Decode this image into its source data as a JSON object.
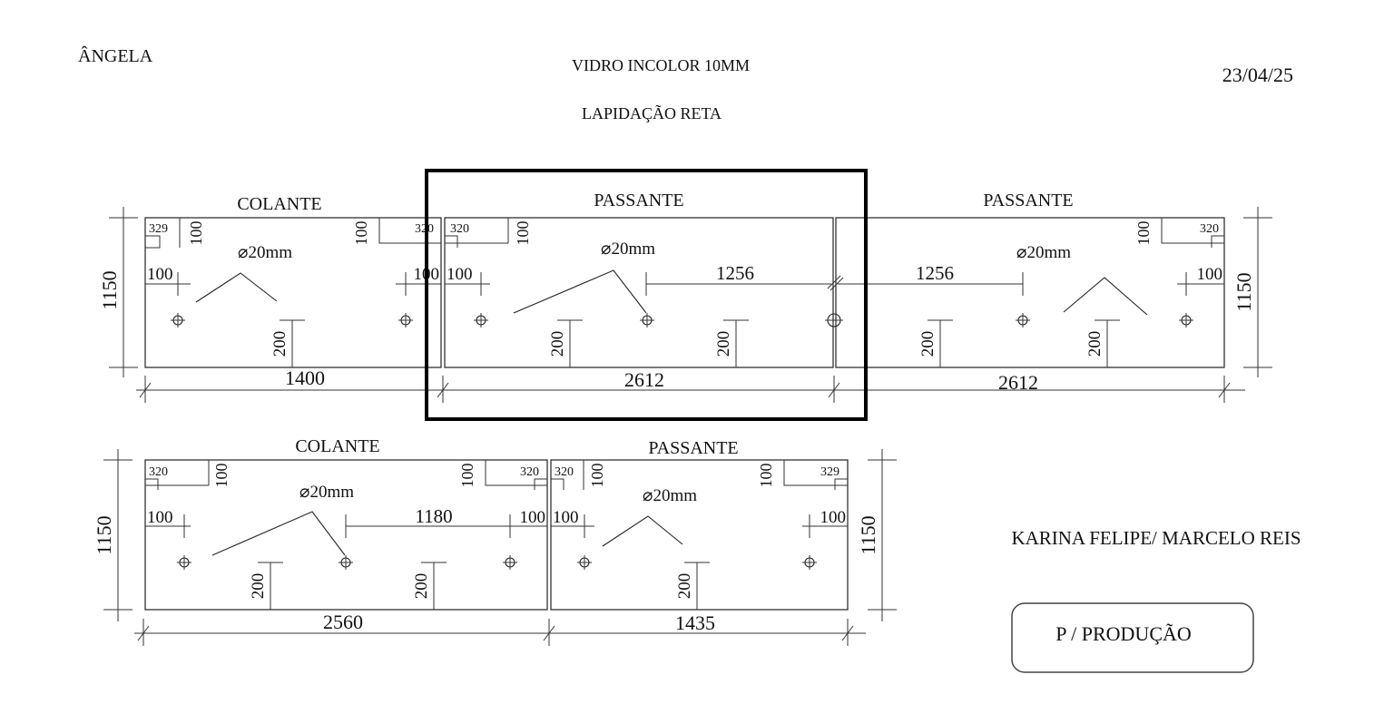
{
  "header": {
    "client": "ÂNGELA",
    "material": "VIDRO INCOLOR 10MM",
    "finish": "LAPIDAÇÃO RETA",
    "date": "23/04/25"
  },
  "footer": {
    "responsible": "KARINA FELIPE/ MARCELO REIS",
    "stamp": "P / PRODUÇÃO"
  },
  "hole_label": "⌀20mm",
  "row1": {
    "height": "1150",
    "panels": [
      {
        "type": "COLANTE",
        "width": "1400",
        "top_left": "329",
        "top_right": "320",
        "offset_v": "100",
        "edge_left": "100",
        "edge_right": "100",
        "drop": "200"
      },
      {
        "type": "PASSANTE",
        "width": "2612",
        "top_left": "320",
        "offset_v": "100",
        "edge_left": "100",
        "spacing": "1256",
        "drop": "200"
      },
      {
        "type": "PASSANTE",
        "width": "2612",
        "top_right": "320",
        "offset_v": "100",
        "edge_right": "100",
        "spacing": "1256",
        "drop": "200"
      }
    ]
  },
  "row2": {
    "height": "1150",
    "panels": [
      {
        "type": "COLANTE",
        "width": "2560",
        "top_left": "320",
        "top_right": "320",
        "offset_v": "100",
        "edge_left": "100",
        "edge_right": "100",
        "spacing": "1180",
        "drop": "200"
      },
      {
        "type": "PASSANTE",
        "width": "1435",
        "top_left": "320",
        "top_right": "329",
        "offset_v": "100",
        "edge_left": "100",
        "edge_right": "100",
        "drop": "200"
      }
    ]
  }
}
